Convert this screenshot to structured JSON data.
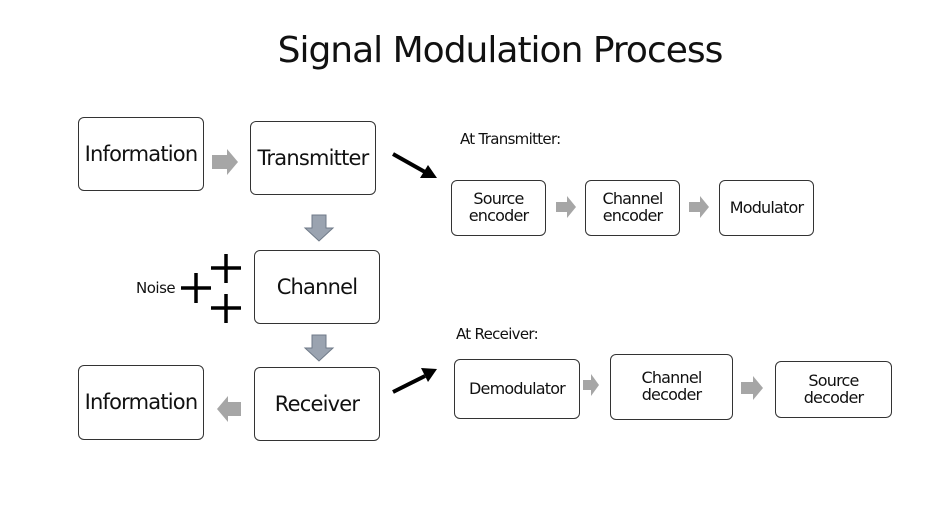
{
  "title": "Signal Modulation Process",
  "main_flow": {
    "info_top": "Information",
    "transmitter": "Transmitter",
    "channel": "Channel",
    "receiver": "Receiver",
    "info_bottom": "Information",
    "noise_label": "Noise"
  },
  "transmitter_detail": {
    "caption": "At Transmitter:",
    "source_encoder": [
      "Source",
      "encoder"
    ],
    "channel_encoder": [
      "Channel",
      "encoder"
    ],
    "modulator": "Modulator"
  },
  "receiver_detail": {
    "caption": "At Receiver:",
    "demodulator": "Demodulator",
    "channel_decoder": [
      "Channel",
      "decoder"
    ],
    "source_decoder": [
      "Source",
      "decoder"
    ]
  },
  "colors": {
    "block_arrow": "#a6a6a6",
    "down_arrow_fill": "#9aa3b0",
    "down_arrow_stroke": "#6f7a88",
    "pointer_arrow": "#000000"
  }
}
